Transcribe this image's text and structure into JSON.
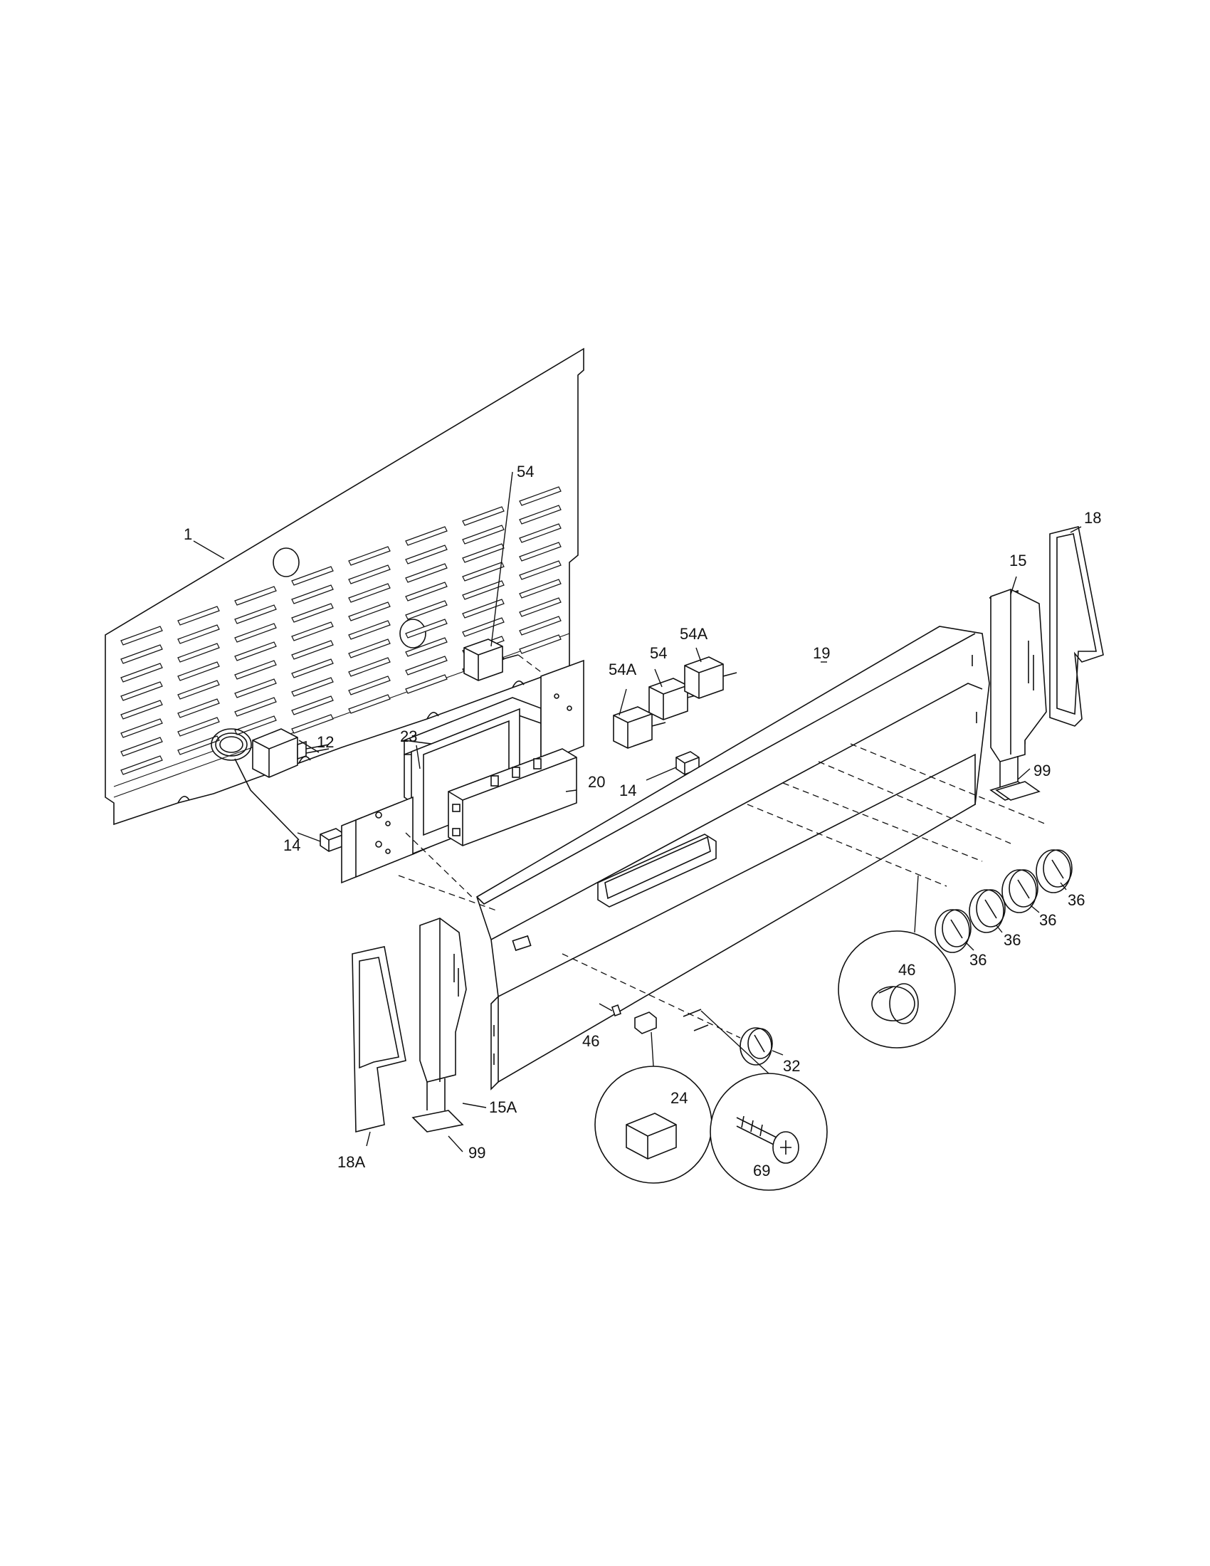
{
  "diagram": {
    "labels": {
      "p1": "1",
      "p12": "12",
      "p14a": "14",
      "p14b": "14",
      "p15": "15",
      "p15a": "15A",
      "p18": "18",
      "p18a": "18A",
      "p19": "19",
      "p20": "20",
      "p23": "23",
      "p24": "24",
      "p32": "32",
      "p36a": "36",
      "p36b": "36",
      "p36c": "36",
      "p36d": "36",
      "p46a": "46",
      "p46b": "46",
      "p54a": "54",
      "p54b": "54",
      "p54Aa": "54A",
      "p54Ab": "54A",
      "p69": "69",
      "p99a": "99",
      "p99b": "99"
    }
  }
}
